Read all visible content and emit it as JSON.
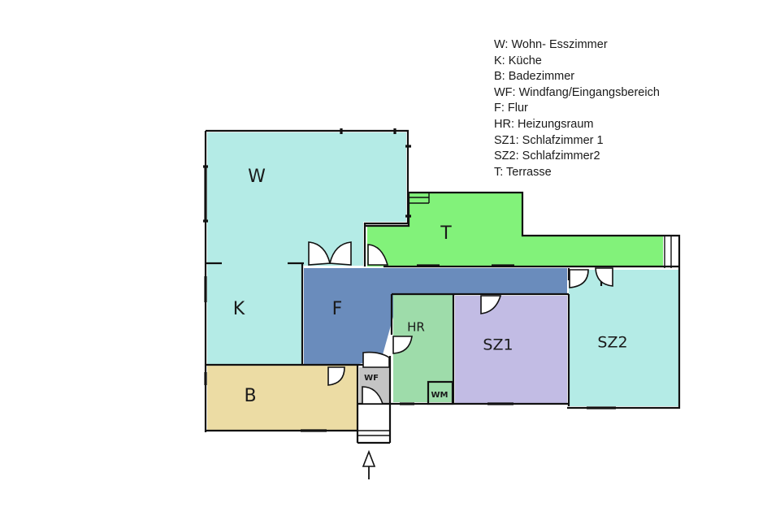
{
  "legend": {
    "items": [
      {
        "code": "W",
        "name": "Wohn- Esszimmer",
        "text": "W: Wohn- Esszimmer"
      },
      {
        "code": "K",
        "name": "Küche",
        "text": "K: Küche"
      },
      {
        "code": "B",
        "name": "Badezimmer",
        "text": "B: Badezimmer"
      },
      {
        "code": "WF",
        "name": "Windfang/Eingangsbereich",
        "text": "WF: Windfang/Eingangsbereich"
      },
      {
        "code": "F",
        "name": "Flur",
        "text": "F: Flur"
      },
      {
        "code": "HR",
        "name": "Heizungsraum",
        "text": "HR: Heizungsraum"
      },
      {
        "code": "SZ1",
        "name": "Schlafzimmer 1",
        "text": "SZ1: Schlafzimmer 1"
      },
      {
        "code": "SZ2",
        "name": "Schlafzimmer2",
        "text": "SZ2: Schlafzimmer2"
      },
      {
        "code": "T",
        "name": "Terrasse",
        "text": "T: Terrasse"
      }
    ]
  },
  "rooms": {
    "wohn": {
      "label": "W",
      "color": "#b4ebe6"
    },
    "kueche": {
      "label": "K",
      "color": "#b4ebe6"
    },
    "bad": {
      "label": "B",
      "color": "#ecdca4"
    },
    "windfang": {
      "label": "WF",
      "color": "#c4c4c4"
    },
    "flur": {
      "label": "F",
      "color": "#6a8cbc"
    },
    "heizung": {
      "label": "HR",
      "color": "#9edcaa"
    },
    "waschmaschine": {
      "label": "WM"
    },
    "schlaf1": {
      "label": "SZ1",
      "color": "#c2bce4"
    },
    "schlaf2": {
      "label": "SZ2",
      "color": "#b4ebe6"
    },
    "terrasse": {
      "label": "T",
      "color": "#82f27a"
    }
  },
  "entrance": {
    "icon": "entrance-arrow-icon"
  }
}
